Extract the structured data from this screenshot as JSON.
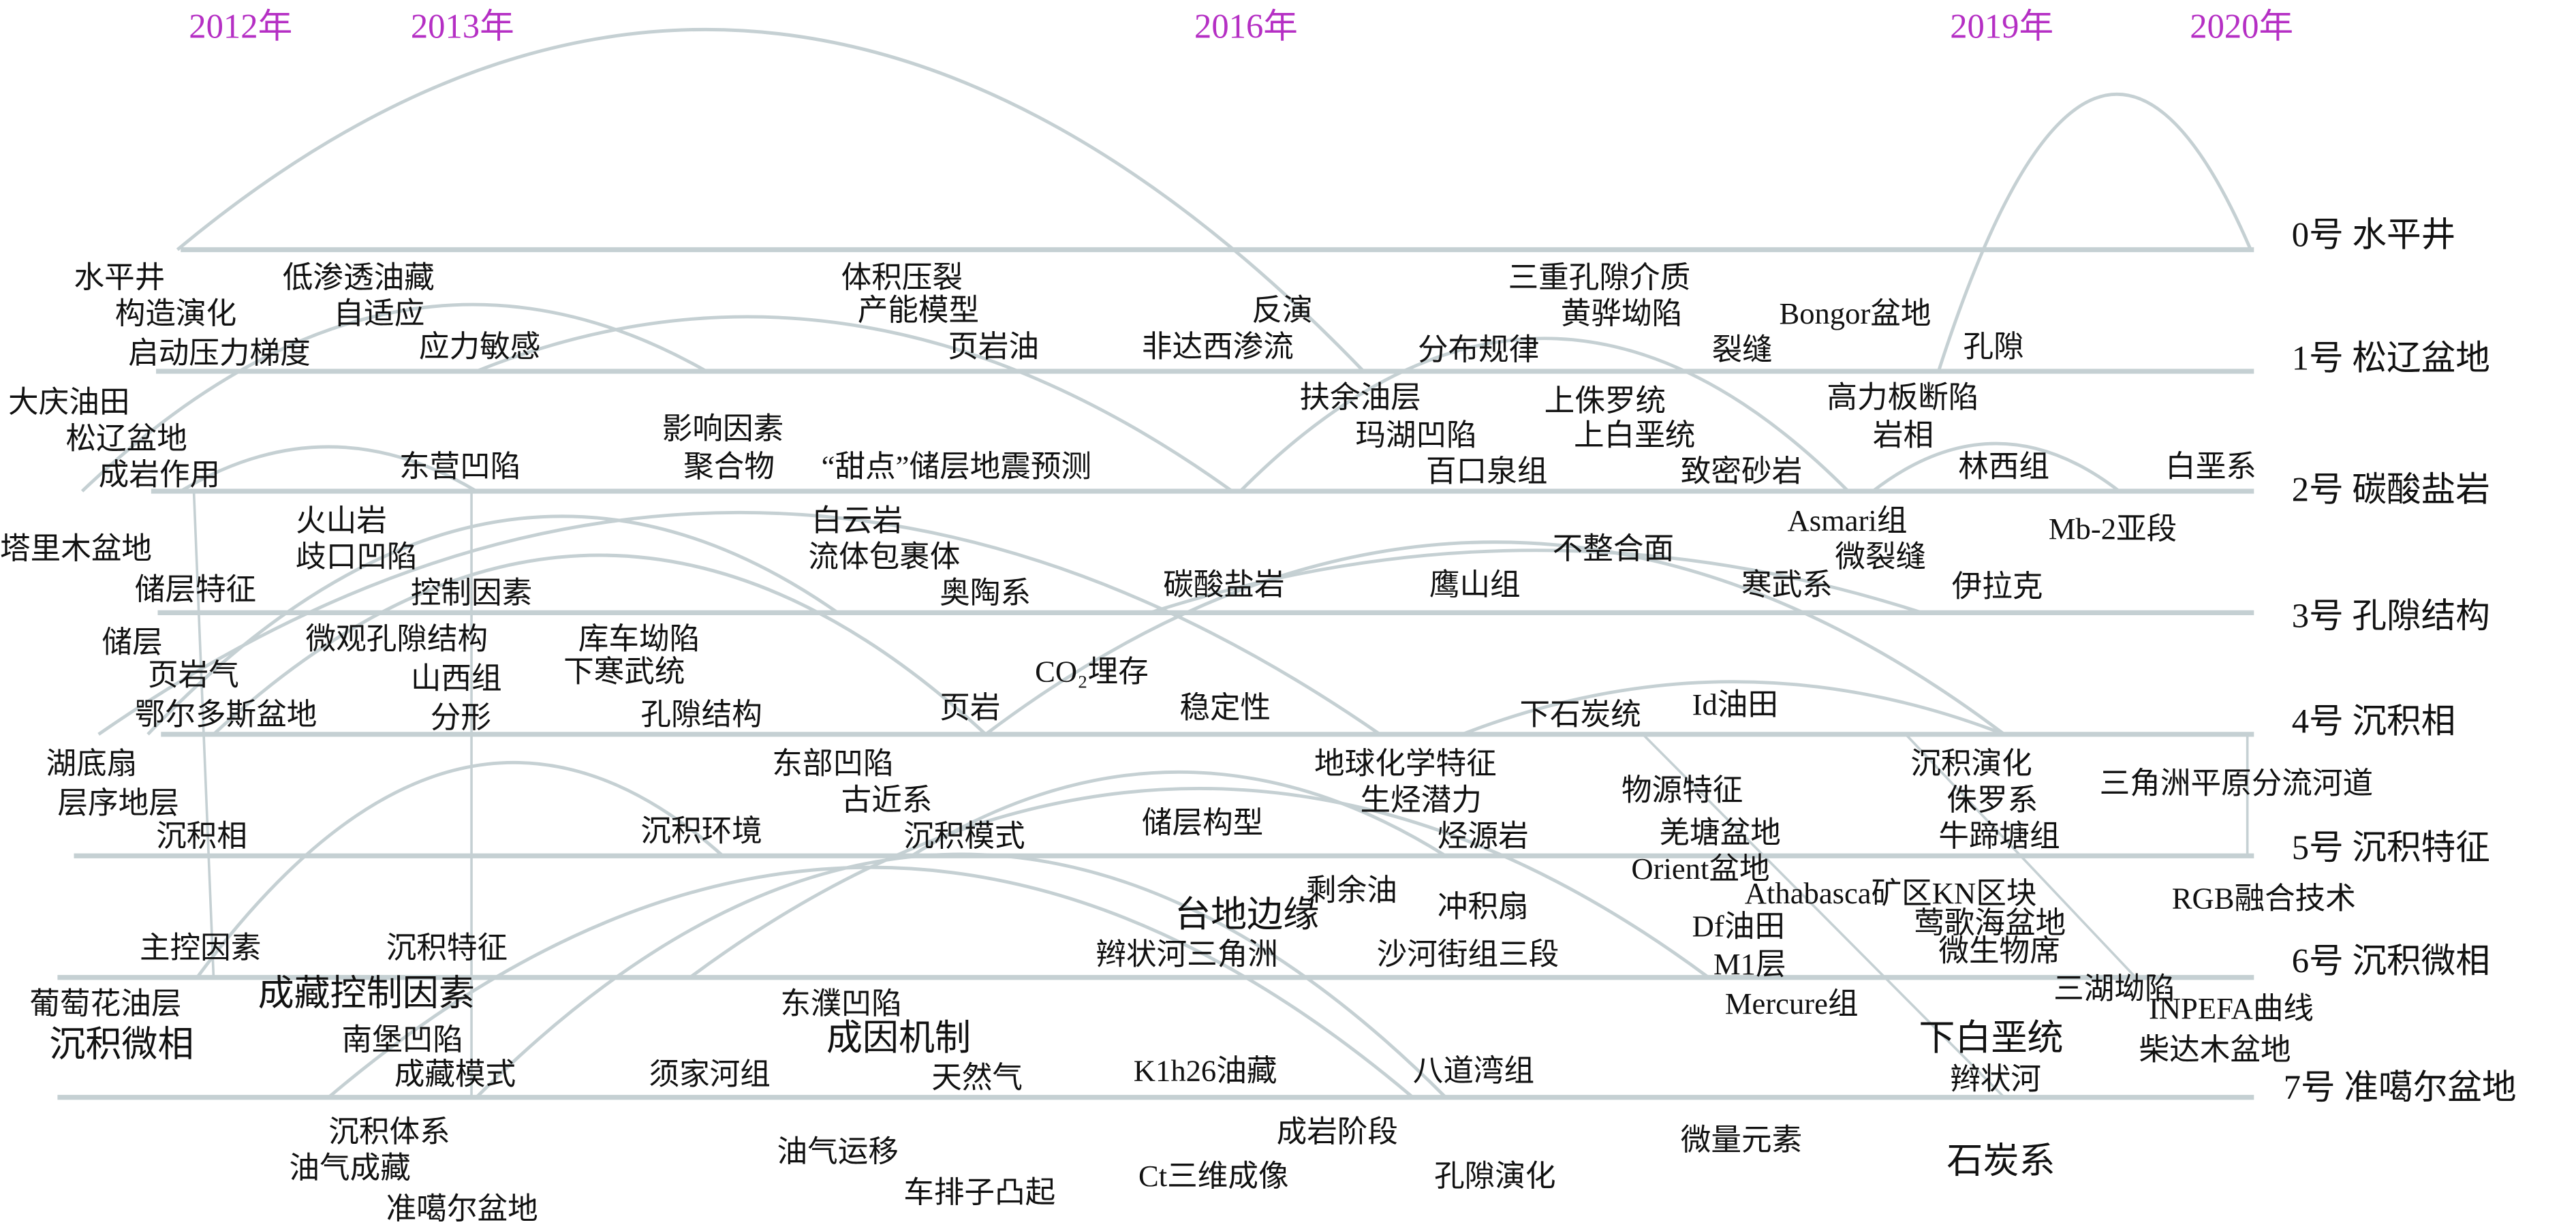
{
  "years": [
    "2012年",
    "2013年",
    "2016年",
    "2019年",
    "2020年"
  ],
  "clusters": [
    "0号  水平井",
    "1号  松辽盆地",
    "2号  碳酸盐岩",
    "3号  孔隙结构",
    "4号  沉积相",
    "5号  沉积特征",
    "6号  沉积微相",
    "7号  准噶尔盆地"
  ],
  "keywords": [
    "水平井",
    "低渗透油藏",
    "体积压裂",
    "三重孔隙介质",
    "构造演化",
    "自适应",
    "产能模型",
    "反演",
    "黄骅坳陷",
    "Bongor盆地",
    "启动压力梯度",
    "应力敏感",
    "页岩油",
    "非达西渗流",
    "分布规律",
    "裂缝",
    "孔隙",
    "大庆油田",
    "扶余油层",
    "上侏罗统",
    "高力板断陷",
    "松辽盆地",
    "影响因素",
    "玛湖凹陷",
    "上白垩统",
    "岩相",
    "成岩作用",
    "东营凹陷",
    "聚合物",
    "“甜点”储层地震预测",
    "百口泉组",
    "致密砂岩",
    "林西组",
    "白垩系",
    "火山岩",
    "白云岩",
    "Asmari组",
    "Mb-2亚段",
    "塔里木盆地",
    "歧口凹陷",
    "流体包裹体",
    "不整合面",
    "微裂缝",
    "储层特征",
    "控制因素",
    "奥陶系",
    "碳酸盐岩",
    "鹰山组",
    "寒武系",
    "伊拉克",
    "储层",
    "微观孔隙结构",
    "库车坳陷",
    "页岩气",
    "山西组",
    "下寒武统",
    "CO₂埋存",
    "鄂尔多斯盆地",
    "分形",
    "孔隙结构",
    "页岩",
    "稳定性",
    "下石炭统",
    "Id油田",
    "湖底扇",
    "东部凹陷",
    "地球化学特征",
    "物源特征",
    "沉积演化",
    "三角洲平原分流河道",
    "层序地层",
    "古近系",
    "生烃潜力",
    "侏罗系",
    "沉积相",
    "沉积环境",
    "沉积模式",
    "储层构型",
    "烃源岩",
    "羌塘盆地",
    "牛蹄塘组",
    "Orient盆地",
    "剩余油",
    "冲积扇",
    "Athabasca矿区KN区块",
    "RGB融合技术",
    "台地边缘",
    "Df油田",
    "莺歌海盆地",
    "主控因素",
    "沉积特征",
    "辫状河三角洲",
    "沙河街组三段",
    "M1层",
    "微生物席",
    "葡萄花油层",
    "成藏控制因素",
    "东濮凹陷",
    "三湖坳陷",
    "INPEFA曲线",
    "Mercure组",
    "沉积微相",
    "南堡凹陷",
    "成因机制",
    "下白垩统",
    "柴达木盆地",
    "成藏模式",
    "须家河组",
    "天然气",
    "K1h26油藏",
    "八道湾组",
    "辫状河",
    "沉积体系",
    "成岩阶段",
    "微量元素",
    "油气成藏",
    "油气运移",
    "Ct三维成像",
    "孔隙演化",
    "石炭系",
    "准噶尔盆地",
    "车排子凸起"
  ],
  "colors": {
    "year": "#b52fc4",
    "line": "#c5d0d3",
    "text": "#111111"
  }
}
